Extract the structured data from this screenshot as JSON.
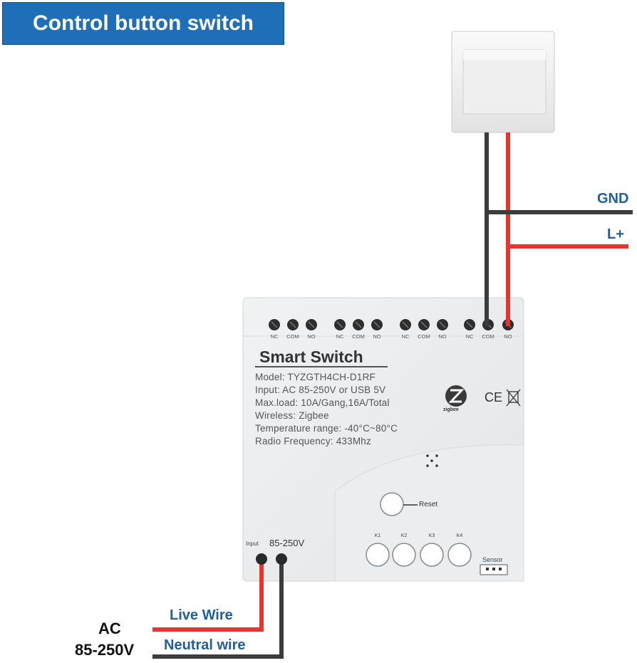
{
  "banner": {
    "title": "Control button switch"
  },
  "wire_labels": {
    "gnd": "GND",
    "l_plus": "L+",
    "live_wire": "Live Wire",
    "neutral_wire": "Neutral wire",
    "ac": "AC",
    "voltage": "85-250V"
  },
  "device": {
    "title": "Smart  Switch",
    "specs": [
      "Model:  TYZGTH4CH-D1RF",
      "Input:  AC 85-250V or USB 5V",
      "Max.load:  10A/Gang,16A/Total",
      "Wireless:  Zigbee",
      "Temperature range: -40°C~80°C",
      "Radio Frequency:  433Mhz"
    ],
    "terminal_labels": [
      "NC",
      "COM",
      "NO",
      "NC",
      "COM",
      "NO",
      "NC",
      "COM",
      "NO",
      "NC",
      "COM",
      "NO"
    ],
    "input_label": "Input",
    "input_voltage": "85-250V",
    "reset_label": "Reset",
    "k_buttons": [
      "K1",
      "K2",
      "K3",
      "K4"
    ],
    "sensor_label": "Sensor",
    "zigbee_label": "zigbee",
    "ce_mark": "CE"
  },
  "colors": {
    "banner": "#1f6fb8",
    "live": "#e8342e",
    "neutral": "#3c3c3c",
    "label_blue": "#1f5f9a"
  }
}
